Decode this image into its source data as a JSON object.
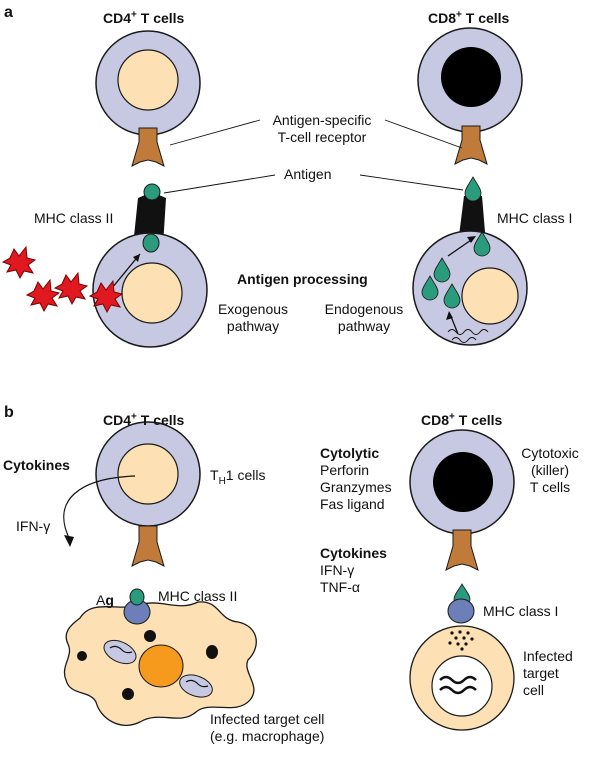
{
  "panel_a": {
    "letter": "a",
    "cd4_title": "CD4",
    "cd4_title_rest": " T cells",
    "cd8_title": "CD8",
    "cd8_title_rest": " T cells",
    "title_sup": "+",
    "tcr_label": "Antigen-specific\nT-cell receptor",
    "antigen_label": "Antigen",
    "mhc2_label": "MHC class II",
    "mhc1_label": "MHC class I",
    "processing_label": "Antigen processing",
    "exogenous_label": "Exogenous\npathway",
    "endogenous_label": "Endogenous\npathway"
  },
  "panel_b": {
    "letter": "b",
    "cd4_title": "CD4",
    "cd4_title_rest": " T cells",
    "cd8_title": "CD8",
    "cd8_title_rest": " T cells",
    "title_sup": "+",
    "cytokines_left": "Cytokines",
    "ifn_left": "IFN-γ",
    "th1_main": "T",
    "th1_sub": "H",
    "th1_rest": "1 cells",
    "ag_label_a": "A",
    "ag_label_g": "g",
    "mhc2_label": "MHC class II",
    "infected_macro": "Infected target cell\n(e.g. macrophage)",
    "cytolytic": "Cytolytic",
    "cytolytic_items": "Perforin\nGranzymes\nFas ligand",
    "cytotoxic": "Cytotoxic\n(killer)\nT cells",
    "cytokines_right": "Cytokines",
    "cytokines_right_items": "IFN-γ\nTNF-α",
    "mhc1_label": "MHC class I",
    "infected_target": "Infected\ntarget\ncell"
  },
  "colors": {
    "tcell_fill": "#c7c9e3",
    "nucleus_fill": "#fde0b3",
    "cd8_nucleus": "#000000",
    "receptor": "#c07a3a",
    "antigen": "#2a9b7c",
    "mhc": "#111111",
    "microbe": "#e01820",
    "macrophage": "#fde0b3",
    "macro_nucleus": "#f59a1c",
    "mhc_blue": "#6d7fb9"
  }
}
